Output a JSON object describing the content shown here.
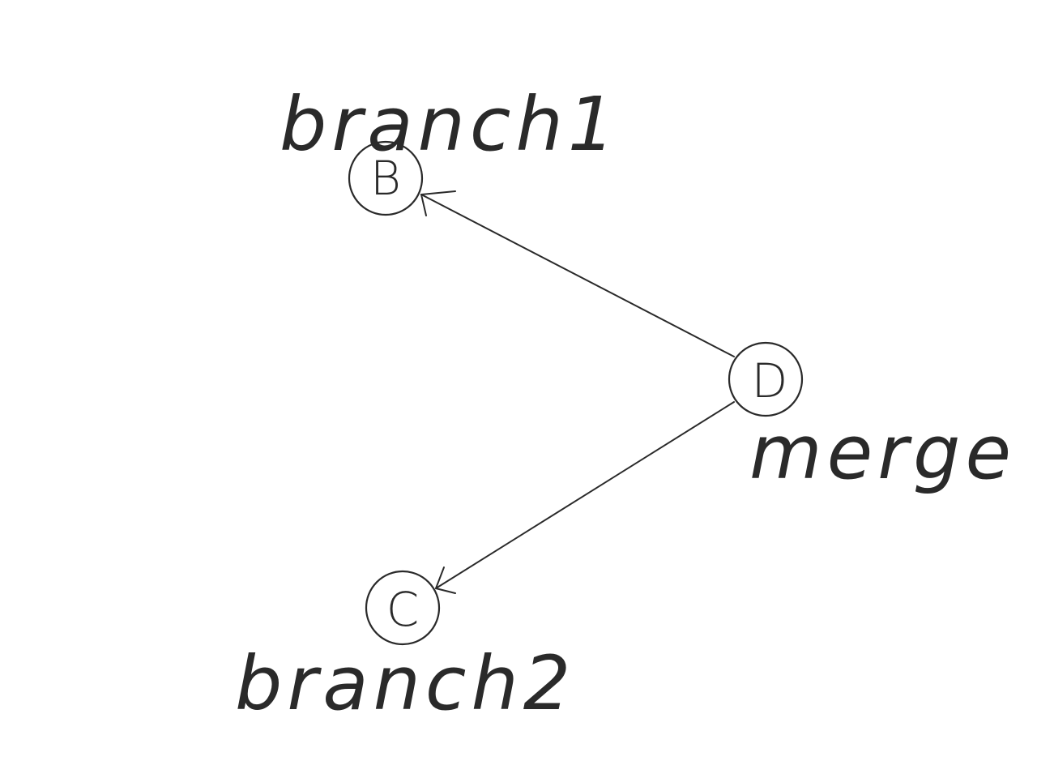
{
  "diagram": {
    "nodes": [
      {
        "id": "B",
        "letter": "B",
        "label": "branch1"
      },
      {
        "id": "D",
        "letter": "D",
        "label": "merge"
      },
      {
        "id": "C",
        "letter": "C",
        "label": "branch2"
      }
    ],
    "edges": [
      {
        "from": "D",
        "to": "B"
      },
      {
        "from": "D",
        "to": "C"
      }
    ]
  },
  "colors": {
    "ink": "#2a2a2a",
    "background": "#ffffff"
  }
}
